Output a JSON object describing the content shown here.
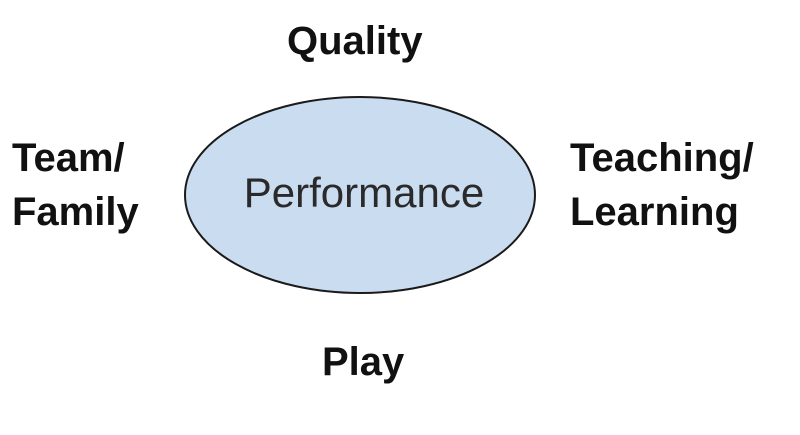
{
  "center": {
    "label": "Performance",
    "fill_color": "#c9dcf0",
    "stroke_color": "#1a1a1a"
  },
  "labels": {
    "top": "Quality",
    "left_line1": "Team/",
    "left_line2": "Family",
    "right_line1": "Teaching/",
    "right_line2": "Learning",
    "bottom": "Play"
  }
}
